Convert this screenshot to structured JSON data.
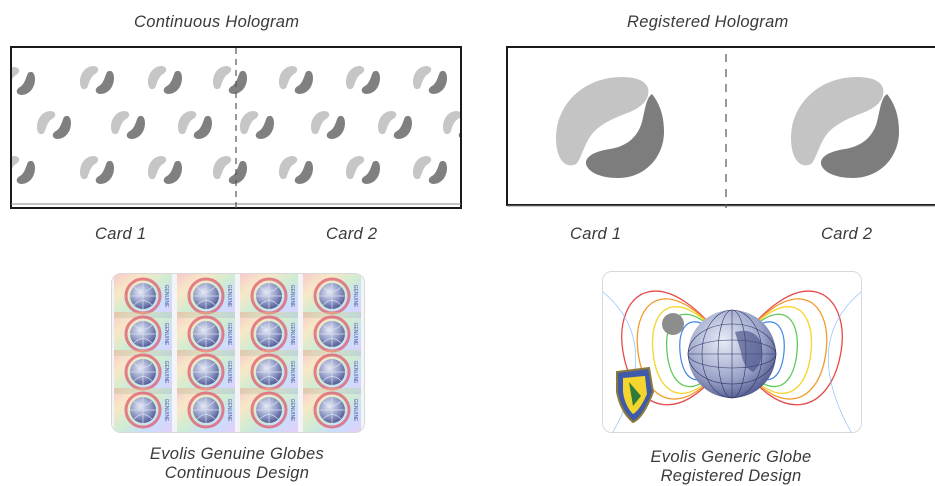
{
  "continuous": {
    "title": "Continuous Hologram",
    "card1_label": "Card 1",
    "card2_label": "Card 2"
  },
  "registered": {
    "title": "Registered Hologram",
    "card1_label": "Card 1",
    "card2_label": "Card 2"
  },
  "genuine_card": {
    "caption_line1": "Evolis Genuine Globes",
    "caption_line2": "Continuous Design",
    "tile_text": "GENUINE"
  },
  "generic_card": {
    "caption_line1": "Evolis Generic Globe",
    "caption_line2": "Registered Design"
  },
  "colors": {
    "logo_light": "#c4c4c4",
    "logo_dark": "#7d7d7d",
    "frame": "#1a1a1a",
    "divider": "#555555"
  }
}
